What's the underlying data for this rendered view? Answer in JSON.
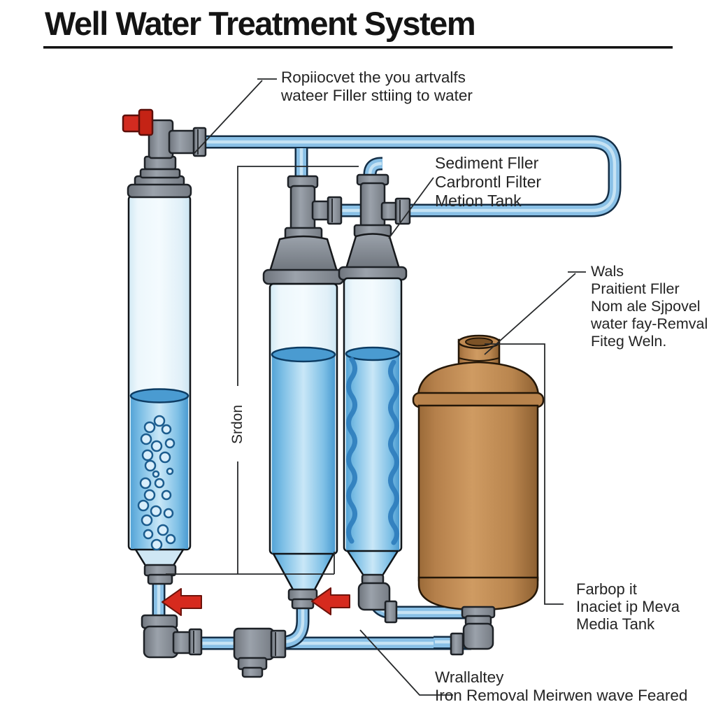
{
  "title": "Well Water Treatment System",
  "labels": {
    "top_note": {
      "lines": [
        "Ropiiocvet the you artvalfs",
        "wateer Filler sttiing to water"
      ]
    },
    "filters_note": {
      "lines": [
        "Sediment Fller",
        "Carbrontl Filter",
        "Metion Tank"
      ]
    },
    "right_note": {
      "lines": [
        "Wals",
        "Praitient Fller",
        "Nom ale Sjpovel",
        "water fay-Remval",
        "Fiteg Weln."
      ]
    },
    "media_tank_note": {
      "lines": [
        "Farbop it",
        "Inaciet ip Meva",
        "Media Tank"
      ]
    },
    "bottom_note": {
      "lines": [
        "Wrallaltey",
        "Iron Removal Meirwen wave Feared"
      ]
    },
    "vertical_note": "Srdon"
  },
  "colors": {
    "pipe_blue": "#89c0e6",
    "water_blue": "#5ba8da",
    "tank_tan": "#c08a52",
    "valve_red": "#d32b20",
    "arrow_red": "#d62a1e",
    "fitting_gray": "#8e959e"
  }
}
